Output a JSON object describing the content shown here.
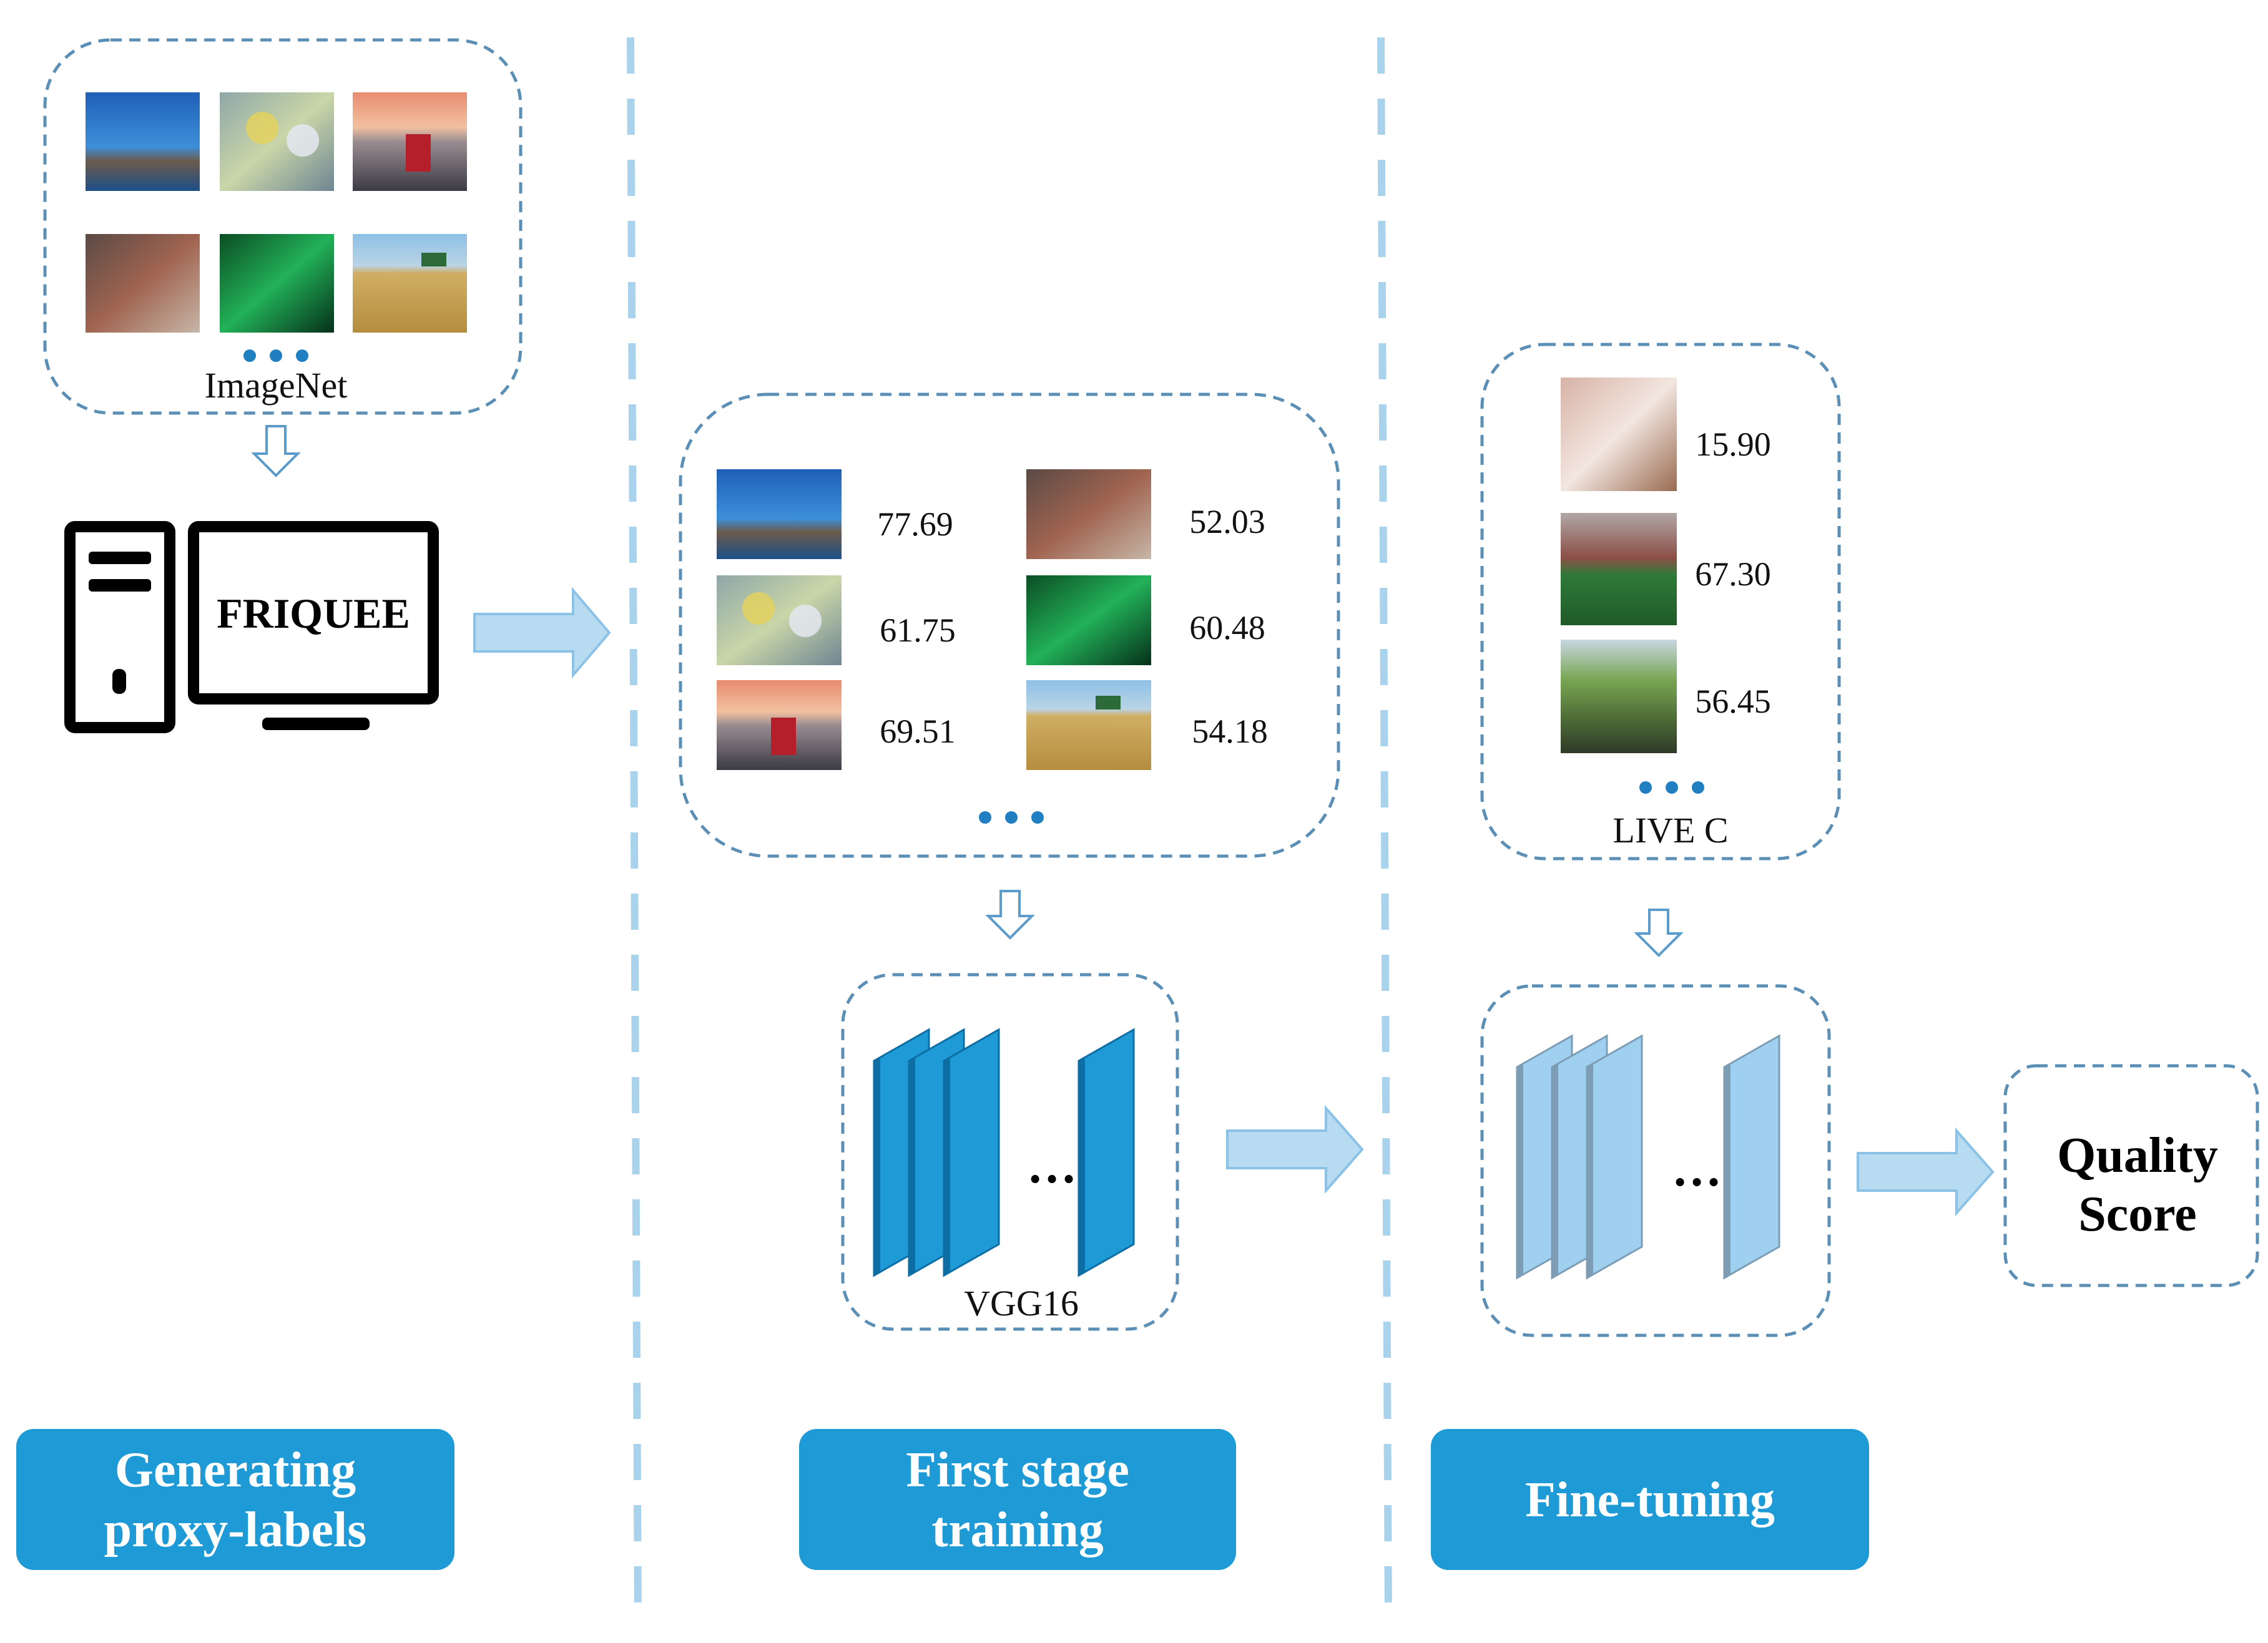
{
  "imagenet": {
    "caption": "ImageNet",
    "thumbnails": [
      "harbor-photo",
      "children-toys-photo",
      "sunset-robot-photo",
      "robot-toy-photo",
      "green-aquarium-photo",
      "wheat-field-photo"
    ]
  },
  "friquee": {
    "label": "FRIQUEE"
  },
  "proxy_scores": {
    "items": [
      {
        "image": "harbor-photo",
        "score": "77.69"
      },
      {
        "image": "robot-toy-photo",
        "score": "52.03"
      },
      {
        "image": "children-toys-photo",
        "score": "61.75"
      },
      {
        "image": "green-aquarium-photo",
        "score": "60.48"
      },
      {
        "image": "sunset-robot-photo",
        "score": "69.51"
      },
      {
        "image": "wheat-field-photo",
        "score": "54.18"
      }
    ]
  },
  "livec": {
    "caption": "LIVE C",
    "items": [
      {
        "image": "cat-photo",
        "score": "15.90"
      },
      {
        "image": "stadium-photo",
        "score": "67.30"
      },
      {
        "image": "garden-photo",
        "score": "56.45"
      }
    ]
  },
  "network": {
    "caption": "VGG16",
    "ellipsis": "…"
  },
  "finetune_network": {
    "ellipsis": "…"
  },
  "output": {
    "line1": "Quality",
    "line2": "Score"
  },
  "stages": [
    {
      "line1": "Generating",
      "line2": "proxy-labels"
    },
    {
      "line1": "First stage",
      "line2": "training"
    },
    {
      "line1": "Fine-tuning"
    }
  ],
  "colors": {
    "stage_fill": "#1e9ad6",
    "dashed_border": "#5b8fb5",
    "divider": "#a9d3ec",
    "arrow_fill": "#b7dcf2",
    "arrow_stroke": "#8cc2e6",
    "layer_dark": "#1e9ad6",
    "layer_light": "#9fd0f0",
    "dots": "#1f7fc0"
  }
}
